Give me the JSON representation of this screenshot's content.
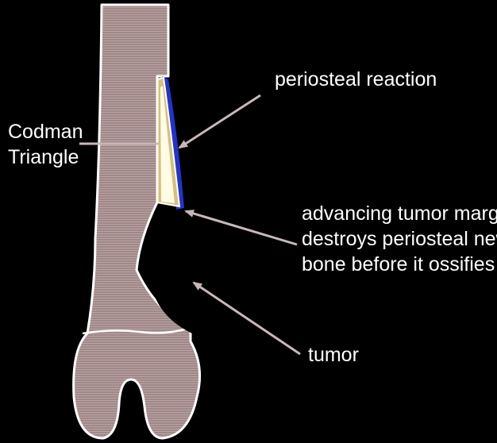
{
  "labels": {
    "periosteal_reaction": "periosteal reaction",
    "codman": [
      "Codman",
      "Triangle"
    ],
    "advancing_margin": [
      "advancing tumor margin",
      "destroys periosteal new",
      "bone before it ossifies"
    ],
    "tumor": "tumor"
  },
  "colors": {
    "background": "#000000",
    "bone": "#a08888",
    "outline": "#ffffff",
    "periosteum": "#2233cc",
    "codman_triangle": "#d6c07a",
    "arrow": "#c8b8b8"
  }
}
